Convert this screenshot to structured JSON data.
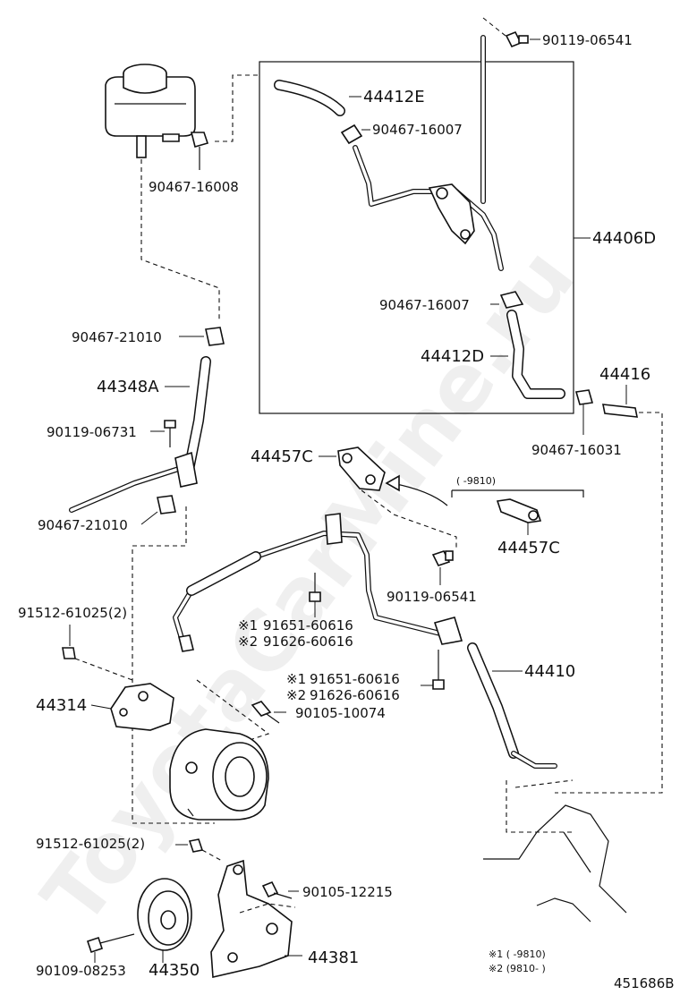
{
  "watermark": "ToyotaCarMine.ru",
  "diagram_id": "451686B",
  "parts": {
    "p90119_06541_top": "90119-06541",
    "p44412E": "44412E",
    "p90467_16007_top": "90467-16007",
    "p90467_16008": "90467-16008",
    "p44406D": "44406D",
    "p90467_16007_bot": "90467-16007",
    "p44412D": "44412D",
    "p90467_21010_top": "90467-21010",
    "p44348A": "44348A",
    "p90119_06731": "90119-06731",
    "p90467_21010_bot": "90467-21010",
    "p44416": "44416",
    "p90467_16031": "90467-16031",
    "p44457C_main": "44457C",
    "p44457C_alt": "44457C",
    "p90119_06541_mid": "90119-06541",
    "p91512_61025_top": "91512-61025(2)",
    "p91651_60616_a": "91651-60616",
    "p91626_60616_a": "91626-60616",
    "p44410": "44410",
    "p91651_60616_b": "91651-60616",
    "p91626_60616_b": "91626-60616",
    "p44314": "44314",
    "p90105_10074": "90105-10074",
    "p91512_61025_bot": "91512-61025(2)",
    "p90105_12215": "90105-12215",
    "p90109_08253": "90109-08253",
    "p44350": "44350",
    "p44381": "44381"
  },
  "marks": {
    "ref1": "※1",
    "ref2": "※2"
  },
  "range_box": {
    "label": "(    -9810)"
  },
  "notes": {
    "note1": "※1 (    -9810)",
    "note2": "※2 (9810-      )"
  }
}
